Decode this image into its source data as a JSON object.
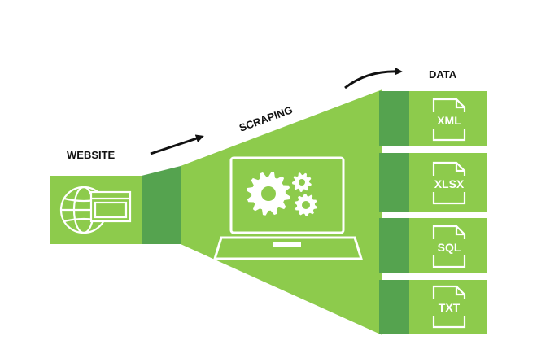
{
  "labels": {
    "website": "WEBSITE",
    "scraping": "SCRAPING",
    "data": "DATA"
  },
  "outputs": [
    {
      "label": "XML"
    },
    {
      "label": "XLSX"
    },
    {
      "label": "SQL"
    },
    {
      "label": "TXT"
    }
  ],
  "colors": {
    "light_green": "#8dcb4c",
    "dark_green": "#55a34f",
    "icon_stroke": "#ffffff",
    "arrow": "#111111"
  },
  "icons": {
    "website": "globe-browser-icon",
    "scraping": "laptop-gears-icon",
    "file": "document-icon"
  }
}
